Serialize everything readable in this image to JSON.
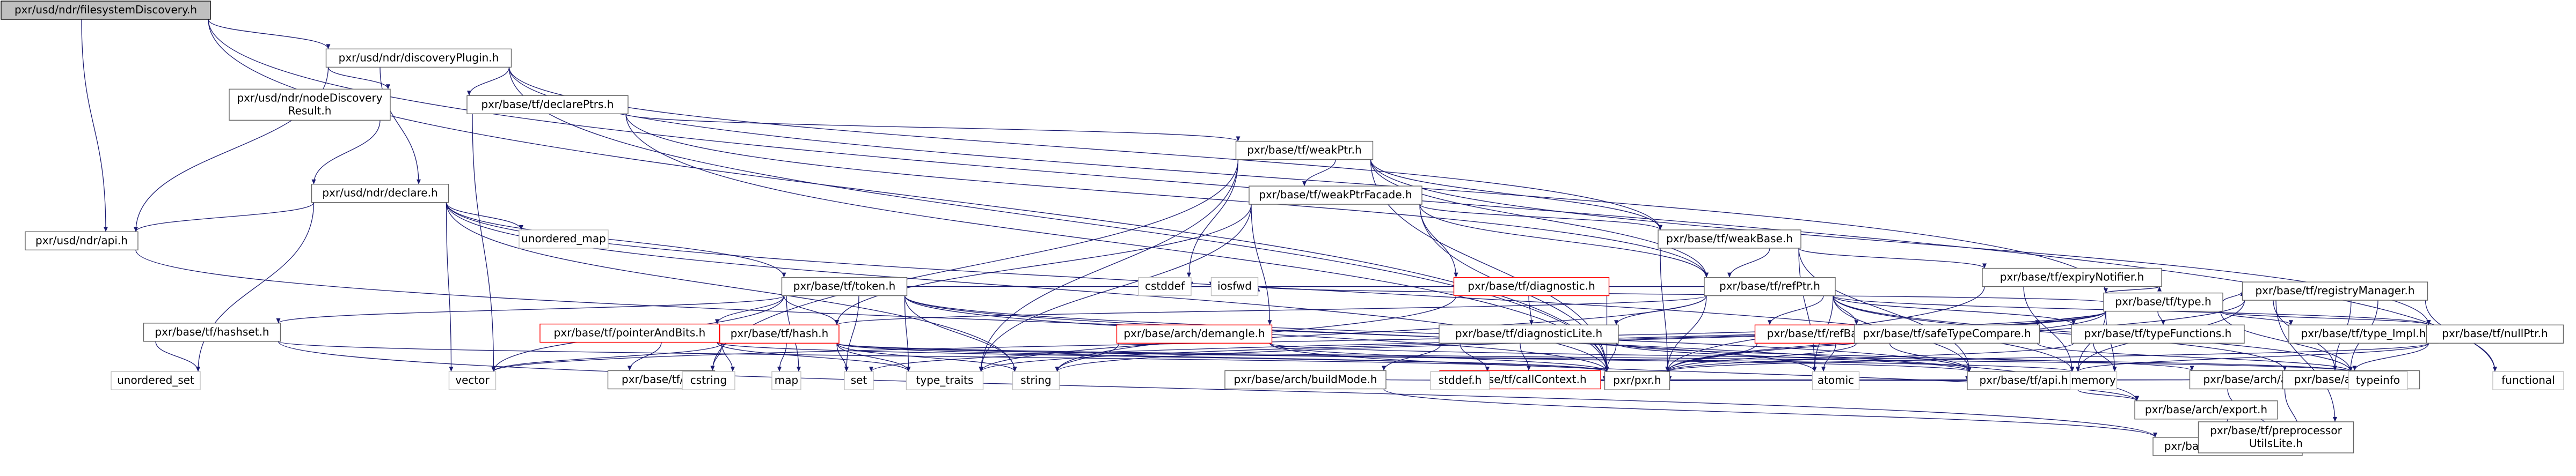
{
  "diagram": {
    "type": "include-dependency-graph",
    "colors": {
      "edge": "#191970",
      "node_border": "#666666",
      "root_fill": "#bfbfbf",
      "missing_docs_border": "#ff0000",
      "external_border": "#bfbfbf"
    },
    "nodes": [
      {
        "id": "root",
        "style": "root",
        "lines": [
          "pxr/usd/ndr/filesystemDiscovery.h"
        ]
      },
      {
        "id": "discoveryPlugin",
        "lines": [
          "pxr/usd/ndr/discoveryPlugin.h"
        ]
      },
      {
        "id": "nodeDiscoveryResult",
        "lines": [
          "pxr/usd/ndr/nodeDiscovery",
          "Result.h"
        ]
      },
      {
        "id": "declarePtrs",
        "lines": [
          "pxr/base/tf/declarePtrs.h"
        ]
      },
      {
        "id": "tfType",
        "lines": [
          "pxr/base/tf/type.h"
        ]
      },
      {
        "id": "ndrDeclare",
        "lines": [
          "pxr/usd/ndr/declare.h"
        ]
      },
      {
        "id": "weakPtr",
        "lines": [
          "pxr/base/tf/weakPtr.h"
        ]
      },
      {
        "id": "ndrApi",
        "lines": [
          "pxr/usd/ndr/api.h"
        ]
      },
      {
        "id": "token",
        "lines": [
          "pxr/base/tf/token.h"
        ]
      },
      {
        "id": "weakPtrFacade",
        "lines": [
          "pxr/base/tf/weakPtrFacade.h"
        ]
      },
      {
        "id": "weakBase",
        "lines": [
          "pxr/base/tf/weakBase.h"
        ]
      },
      {
        "id": "refPtr",
        "lines": [
          "pxr/base/tf/refPtr.h"
        ]
      },
      {
        "id": "diagnostic",
        "style": "red",
        "lines": [
          "pxr/base/tf/diagnostic.h"
        ]
      },
      {
        "id": "hashset",
        "lines": [
          "pxr/base/tf/hashset.h"
        ]
      },
      {
        "id": "pointerAndBits",
        "style": "red",
        "lines": [
          "pxr/base/tf/pointerAndBits.h"
        ]
      },
      {
        "id": "hash",
        "style": "red",
        "lines": [
          "pxr/base/tf/hash.h"
        ]
      },
      {
        "id": "demangle",
        "style": "red",
        "lines": [
          "pxr/base/arch/demangle.h"
        ]
      },
      {
        "id": "diagnosticLite",
        "lines": [
          "pxr/base/tf/diagnosticLite.h"
        ]
      },
      {
        "id": "refBase",
        "style": "red",
        "lines": [
          "pxr/base/tf/refBase.h"
        ]
      },
      {
        "id": "safeTypeCompare",
        "lines": [
          "pxr/base/tf/safeTypeCompare.h"
        ]
      },
      {
        "id": "typeFunctions",
        "lines": [
          "pxr/base/tf/typeFunctions.h"
        ]
      },
      {
        "id": "typeImpl",
        "lines": [
          "pxr/base/tf/type_Impl.h"
        ]
      },
      {
        "id": "nullPtr",
        "lines": [
          "pxr/base/tf/nullPtr.h"
        ]
      },
      {
        "id": "expiryNotifier",
        "lines": [
          "pxr/base/tf/expiryNotifier.h"
        ]
      },
      {
        "id": "registryManager",
        "lines": [
          "pxr/base/tf/registryManager.h"
        ]
      },
      {
        "id": "tfH",
        "lines": [
          "pxr/base/tf/tf.h"
        ]
      },
      {
        "id": "buildMode",
        "lines": [
          "pxr/base/arch/buildMode.h"
        ]
      },
      {
        "id": "callContext",
        "style": "red",
        "lines": [
          "pxr/base/tf/callContext.h"
        ]
      },
      {
        "id": "attributes",
        "lines": [
          "pxr/base/arch/attributes.h"
        ]
      },
      {
        "id": "hints",
        "lines": [
          "pxr/base/arch/hints.h"
        ]
      },
      {
        "id": "pxr",
        "lines": [
          "pxr/pxr.h"
        ]
      },
      {
        "id": "tfApi",
        "lines": [
          "pxr/base/tf/api.h"
        ]
      },
      {
        "id": "archExport",
        "lines": [
          "pxr/base/arch/export.h"
        ]
      },
      {
        "id": "defines",
        "lines": [
          "pxr/base/arch/defines.h"
        ]
      },
      {
        "id": "preprocessorUtilsLite",
        "lines": [
          "pxr/base/tf/preprocessor",
          "UtilsLite.h"
        ]
      },
      {
        "id": "functional",
        "style": "ext",
        "lines": [
          "functional"
        ]
      },
      {
        "id": "unordered_map",
        "style": "ext",
        "lines": [
          "unordered_map"
        ]
      },
      {
        "id": "unordered_set",
        "style": "ext",
        "lines": [
          "unordered_set"
        ]
      },
      {
        "id": "vector",
        "style": "ext",
        "lines": [
          "vector"
        ]
      },
      {
        "id": "set",
        "style": "ext",
        "lines": [
          "set"
        ]
      },
      {
        "id": "type_traits",
        "style": "ext",
        "lines": [
          "type_traits"
        ]
      },
      {
        "id": "string",
        "style": "ext",
        "lines": [
          "string"
        ]
      },
      {
        "id": "cstring",
        "style": "ext",
        "lines": [
          "cstring"
        ]
      },
      {
        "id": "map",
        "style": "ext",
        "lines": [
          "map"
        ]
      },
      {
        "id": "cstddef",
        "style": "ext",
        "lines": [
          "cstddef"
        ]
      },
      {
        "id": "iosfwd",
        "style": "ext",
        "lines": [
          "iosfwd"
        ]
      },
      {
        "id": "atomic",
        "style": "ext",
        "lines": [
          "atomic"
        ]
      },
      {
        "id": "memory",
        "style": "ext",
        "lines": [
          "memory"
        ]
      },
      {
        "id": "typeinfo",
        "style": "ext",
        "lines": [
          "typeinfo"
        ]
      },
      {
        "id": "stddef",
        "style": "ext",
        "lines": [
          "stddef.h"
        ]
      }
    ],
    "edges": [
      [
        "root",
        "discoveryPlugin"
      ],
      [
        "root",
        "ndrApi"
      ],
      [
        "root",
        "pxr"
      ],
      [
        "root",
        "functional"
      ],
      [
        "discoveryPlugin",
        "nodeDiscoveryResult"
      ],
      [
        "discoveryPlugin",
        "declarePtrs"
      ],
      [
        "discoveryPlugin",
        "tfType"
      ],
      [
        "discoveryPlugin",
        "ndrDeclare"
      ],
      [
        "discoveryPlugin",
        "weakBase"
      ],
      [
        "discoveryPlugin",
        "ndrApi"
      ],
      [
        "discoveryPlugin",
        "pxr"
      ],
      [
        "nodeDiscoveryResult",
        "ndrDeclare"
      ],
      [
        "declarePtrs",
        "weakPtr"
      ],
      [
        "declarePtrs",
        "refPtr"
      ],
      [
        "declarePtrs",
        "pxr"
      ],
      [
        "declarePtrs",
        "vector"
      ],
      [
        "ndrDeclare",
        "ndrApi"
      ],
      [
        "ndrDeclare",
        "token"
      ],
      [
        "ndrDeclare",
        "pxr"
      ],
      [
        "ndrDeclare",
        "unordered_map"
      ],
      [
        "ndrDeclare",
        "unordered_set"
      ],
      [
        "ndrDeclare",
        "vector"
      ],
      [
        "ndrDeclare",
        "string"
      ],
      [
        "ndrDeclare",
        "memory"
      ],
      [
        "ndrApi",
        "archExport"
      ],
      [
        "weakPtr",
        "weakPtrFacade"
      ],
      [
        "weakPtr",
        "weakBase"
      ],
      [
        "weakPtr",
        "refPtr"
      ],
      [
        "weakPtr",
        "nullPtr"
      ],
      [
        "weakPtr",
        "pxr"
      ],
      [
        "weakPtr",
        "tfH"
      ],
      [
        "weakPtr",
        "cstddef"
      ],
      [
        "weakPtr",
        "type_traits"
      ],
      [
        "weakPtrFacade",
        "diagnostic"
      ],
      [
        "weakPtrFacade",
        "demangle"
      ],
      [
        "weakPtrFacade",
        "hash"
      ],
      [
        "weakPtrFacade",
        "refPtr"
      ],
      [
        "weakPtrFacade",
        "weakBase"
      ],
      [
        "weakPtrFacade",
        "pxr"
      ],
      [
        "weakPtrFacade",
        "type_traits"
      ],
      [
        "weakBase",
        "refPtr"
      ],
      [
        "weakBase",
        "expiryNotifier"
      ],
      [
        "weakBase",
        "tfApi"
      ],
      [
        "weakBase",
        "pxr"
      ],
      [
        "weakBase",
        "atomic"
      ],
      [
        "refPtr",
        "refBase"
      ],
      [
        "refPtr",
        "safeTypeCompare"
      ],
      [
        "refPtr",
        "typeFunctions"
      ],
      [
        "refPtr",
        "diagnosticLite"
      ],
      [
        "refPtr",
        "nullPtr"
      ],
      [
        "refPtr",
        "hash"
      ],
      [
        "refPtr",
        "hints"
      ],
      [
        "refPtr",
        "pxr"
      ],
      [
        "refPtr",
        "typeinfo"
      ],
      [
        "refPtr",
        "type_traits"
      ],
      [
        "refPtr",
        "cstddef"
      ],
      [
        "refPtr",
        "atomic"
      ],
      [
        "refPtr",
        "tfApi"
      ],
      [
        "diagnostic",
        "diagnosticLite"
      ],
      [
        "diagnostic",
        "pxr"
      ],
      [
        "diagnostic",
        "string"
      ],
      [
        "token",
        "hash"
      ],
      [
        "token",
        "hashset"
      ],
      [
        "token",
        "pointerAndBits"
      ],
      [
        "token",
        "tfApi"
      ],
      [
        "token",
        "pxr"
      ],
      [
        "token",
        "atomic"
      ],
      [
        "token",
        "iosfwd"
      ],
      [
        "token",
        "string"
      ],
      [
        "token",
        "vector"
      ],
      [
        "token",
        "map"
      ],
      [
        "token",
        "set"
      ],
      [
        "token",
        "type_traits"
      ],
      [
        "hashset",
        "unordered_set"
      ],
      [
        "hashset",
        "pxr"
      ],
      [
        "hashset",
        "defines"
      ],
      [
        "pointerAndBits",
        "tfH"
      ],
      [
        "pointerAndBits",
        "pxr"
      ],
      [
        "pointerAndBits",
        "type_traits"
      ],
      [
        "hash",
        "tfH"
      ],
      [
        "hash",
        "timeStamp_none"
      ],
      [
        "hash",
        "cstring"
      ],
      [
        "hash",
        "string"
      ],
      [
        "hash",
        "map"
      ],
      [
        "hash",
        "set"
      ],
      [
        "hash",
        "vector"
      ],
      [
        "hash",
        "type_traits"
      ],
      [
        "hash",
        "memory"
      ],
      [
        "hash",
        "typeinfo"
      ],
      [
        "hash",
        "pxr"
      ],
      [
        "hash",
        "tfApi"
      ],
      [
        "demangle",
        "pxr"
      ],
      [
        "demangle",
        "string"
      ],
      [
        "demangle",
        "typeinfo"
      ],
      [
        "demangle",
        "archExport"
      ],
      [
        "diagnosticLite",
        "callContext"
      ],
      [
        "diagnosticLite",
        "buildMode"
      ],
      [
        "diagnosticLite",
        "attributes"
      ],
      [
        "diagnosticLite",
        "pxr"
      ],
      [
        "diagnosticLite",
        "tfApi"
      ],
      [
        "diagnosticLite",
        "stddef"
      ],
      [
        "refBase",
        "pxr"
      ],
      [
        "refBase",
        "tfApi"
      ],
      [
        "refBase",
        "atomic"
      ],
      [
        "safeTypeCompare",
        "pxr"
      ],
      [
        "safeTypeCompare",
        "typeinfo"
      ],
      [
        "typeFunctions",
        "pxr"
      ],
      [
        "typeFunctions",
        "memory"
      ],
      [
        "tfType",
        "typeFunctions"
      ],
      [
        "tfType",
        "typeImpl"
      ],
      [
        "tfType",
        "nullPtr"
      ],
      [
        "tfType",
        "expiryNotifier"
      ],
      [
        "tfType",
        "registryManager"
      ],
      [
        "tfType",
        "safeTypeCompare"
      ],
      [
        "tfType",
        "pxr"
      ],
      [
        "tfType",
        "tfApi"
      ],
      [
        "tfType",
        "set"
      ],
      [
        "tfType",
        "string"
      ],
      [
        "tfType",
        "vector"
      ],
      [
        "tfType",
        "type_traits"
      ],
      [
        "tfType",
        "typeinfo"
      ],
      [
        "tfType",
        "iosfwd"
      ],
      [
        "tfType",
        "memory"
      ],
      [
        "nullPtr",
        "pxr"
      ],
      [
        "nullPtr",
        "tfApi"
      ],
      [
        "nullPtr",
        "attributes"
      ],
      [
        "expiryNotifier",
        "pxr"
      ],
      [
        "expiryNotifier",
        "tfApi"
      ],
      [
        "registryManager",
        "pxr"
      ],
      [
        "registryManager",
        "tfApi"
      ],
      [
        "registryManager",
        "preprocessorUtilsLite"
      ],
      [
        "registryManager",
        "attributes"
      ],
      [
        "registryManager",
        "hints"
      ],
      [
        "registryManager",
        "functional"
      ],
      [
        "registryManager",
        "typeinfo"
      ],
      [
        "buildMode",
        "pxr"
      ],
      [
        "buildMode",
        "defines"
      ],
      [
        "callContext",
        "pxr"
      ],
      [
        "callContext",
        "tfApi"
      ],
      [
        "callContext",
        "stddef"
      ],
      [
        "callContext",
        "hints"
      ],
      [
        "attributes",
        "pxr"
      ],
      [
        "attributes",
        "defines"
      ],
      [
        "hints",
        "defines"
      ],
      [
        "tfApi",
        "archExport"
      ],
      [
        "archExport",
        "defines"
      ],
      [
        "preprocessorUtilsLite",
        "defines"
      ]
    ]
  }
}
